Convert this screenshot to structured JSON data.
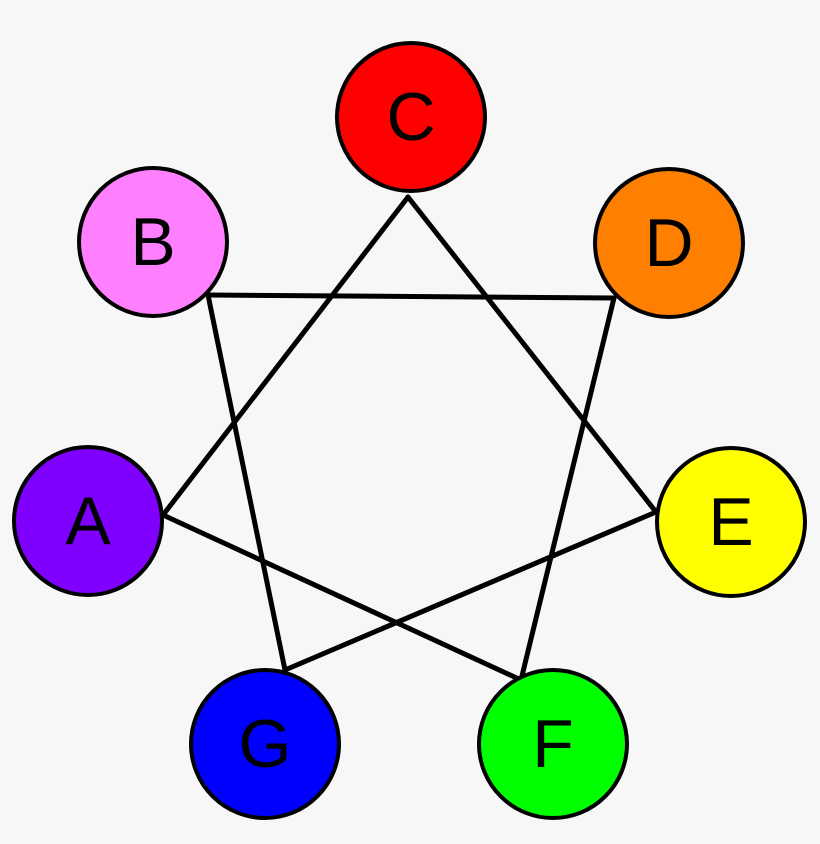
{
  "diagram": {
    "nodes": [
      {
        "id": "A",
        "label": "A",
        "color": "#7f00ff"
      },
      {
        "id": "B",
        "label": "B",
        "color": "#ff80ff"
      },
      {
        "id": "C",
        "label": "C",
        "color": "#ff0000"
      },
      {
        "id": "D",
        "label": "D",
        "color": "#ff7f00"
      },
      {
        "id": "E",
        "label": "E",
        "color": "#ffff00"
      },
      {
        "id": "F",
        "label": "F",
        "color": "#00ff00"
      },
      {
        "id": "G",
        "label": "G",
        "color": "#0000ff"
      }
    ],
    "edges": [
      {
        "from": "A",
        "to": "C"
      },
      {
        "from": "C",
        "to": "E"
      },
      {
        "from": "E",
        "to": "G"
      },
      {
        "from": "G",
        "to": "B"
      },
      {
        "from": "B",
        "to": "D"
      },
      {
        "from": "D",
        "to": "F"
      },
      {
        "from": "F",
        "to": "A"
      }
    ]
  }
}
